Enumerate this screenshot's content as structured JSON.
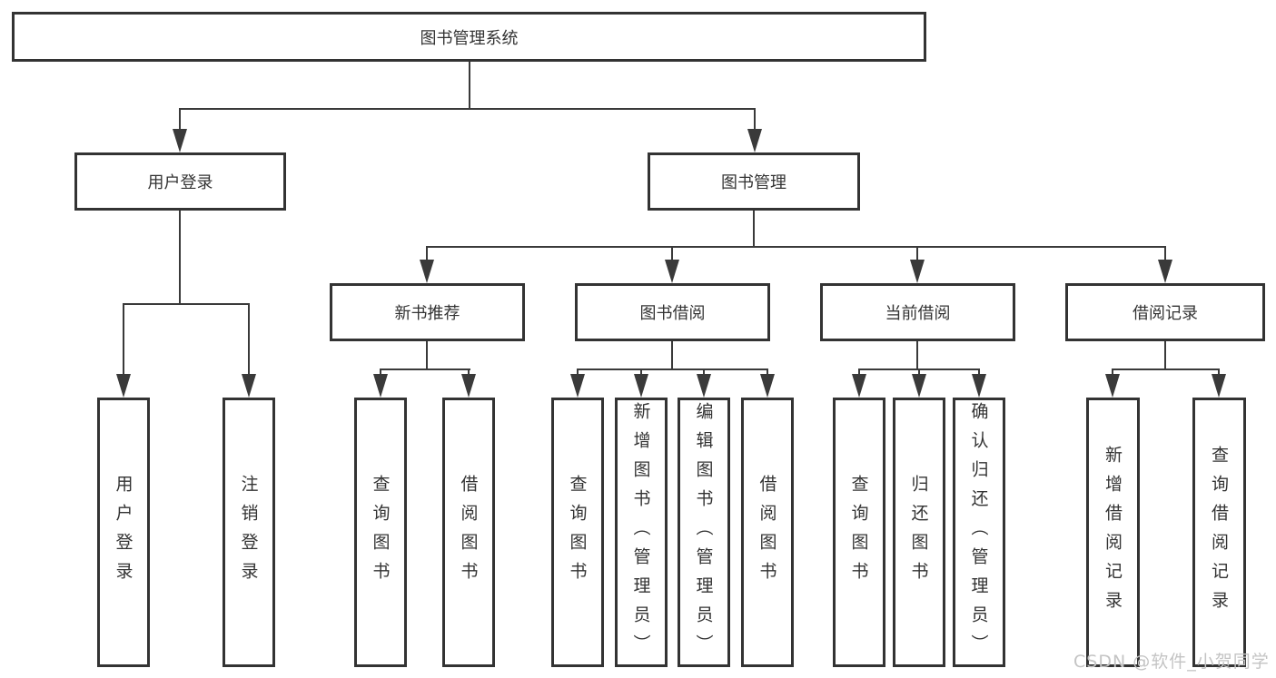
{
  "diagram": {
    "title": "图书管理系统",
    "branches": [
      {
        "label": "用户登录",
        "leaves": [
          "用户登录",
          "注销登录"
        ]
      },
      {
        "label": "图书管理",
        "groups": [
          {
            "label": "新书推荐",
            "leaves": [
              "查询图书",
              "借阅图书"
            ]
          },
          {
            "label": "图书借阅",
            "leaves": [
              "查询图书",
              "新增图书（管理员）",
              "编辑图书（管理员）",
              "借阅图书"
            ]
          },
          {
            "label": "当前借阅",
            "leaves": [
              "查询图书",
              "归还图书",
              "确认归还（管理员）"
            ]
          },
          {
            "label": "借阅记录",
            "leaves": [
              "新增借阅记录",
              "查询借阅记录"
            ]
          }
        ]
      }
    ]
  },
  "colors": {
    "line": "#3a3a3a",
    "text": "#333333",
    "watermark": "#c4c4c4"
  },
  "watermark": {
    "text": "CSDN @软件_小贺同学"
  }
}
